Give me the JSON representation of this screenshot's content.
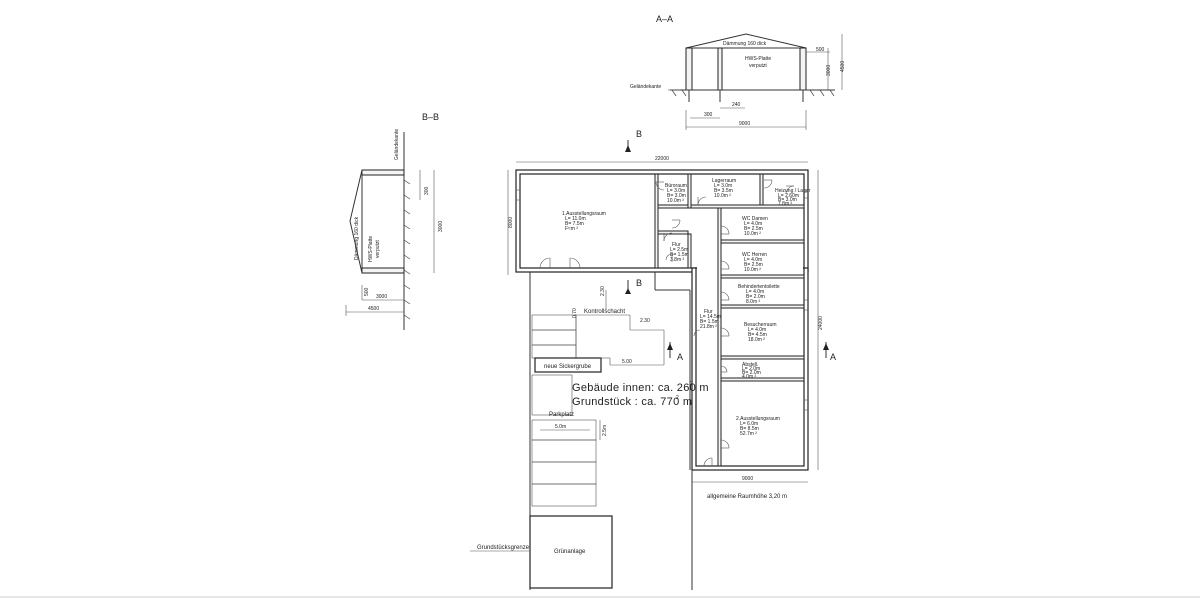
{
  "sections": {
    "aa_title": "A–A",
    "bb_title": "B–B",
    "cut_b_label": "B",
    "cut_a_label": "A"
  },
  "section_aa": {
    "roof_label": "Dämmung 160 dick",
    "wall_label_1": "HWS-Platte",
    "wall_label_2": "verputzt",
    "ground_label": "Geländekante",
    "dim_500": "500",
    "dim_3000": "3000",
    "dim_4500": "4500",
    "dim_240": "240",
    "dim_300": "300",
    "dim_9000": "9000"
  },
  "section_bb": {
    "ground_label": "Geländekante",
    "roof_label": "Dämmung 160 dick",
    "wall_label_1": "HWS-Platte",
    "wall_label_2": "verputzt",
    "dim_300": "300",
    "dim_3000": "3000",
    "dim_500": "500",
    "dim_4500": "4500"
  },
  "plan": {
    "dim_top": "22000",
    "dim_left": "8000",
    "dim_right": "24000",
    "dim_bottom": "9000",
    "kontrollschacht": "Kontrollschacht",
    "dim_230_v": "2.30",
    "dim_230_h": "2.30",
    "dim_070": "0.70",
    "dim_500_h": "5.00",
    "sickergrube": "neue Sickergrube",
    "parkplatz": "Parkplatz",
    "dim_park_w": "5.0m",
    "dim_park_h": "2.5m",
    "gruenanlage": "Grünanlage",
    "grundstuecksgrenze": "Grundstücksgrenze",
    "area_building": "Gebäude innen: ca. 260 m",
    "area_plot": "Grundstück : ca. 770 m",
    "sup2": "2",
    "raumhoehe": "allgemeine Raumhöhe 3,20 m"
  },
  "rooms": [
    {
      "name": "1.Ausstellungsraum",
      "l": "L= 11.0m",
      "b": "B= 7.5m",
      "f": "F≈m ²"
    },
    {
      "name": "Büroraum",
      "l": "L= 3.0m",
      "b": "B= 3.0m",
      "f": "10.0m ²"
    },
    {
      "name": "Lagerraum",
      "l": "L= 3.0m",
      "b": "B= 3.5m",
      "f": "10.0m ²"
    },
    {
      "name": "Heizung / Lager",
      "l": "L= 2.60m",
      "b": "B= 3.0m",
      "f": "7.8m ²"
    },
    {
      "name": "Flur",
      "l": "L= 2.5m",
      "b": "B= 1.5m",
      "f": "3.8m ²"
    },
    {
      "name": "WC Damen",
      "l": "L= 4.0m",
      "b": "B= 2.5m",
      "f": "10.0m ²"
    },
    {
      "name": "WC Herren",
      "l": "L= 4.0m",
      "b": "B= 2.5m",
      "f": "10.0m ²"
    },
    {
      "name": "Behindertentoilette",
      "l": "L= 4.0m",
      "b": "B= 2.0m",
      "f": "8.0m ²"
    },
    {
      "name": "Flur",
      "l": "L= 14.5m",
      "b": "B= 1.5m",
      "f": "21.8m ²"
    },
    {
      "name": "Besucherraum",
      "l": "L= 4.0m",
      "b": "B= 4.5m",
      "f": "18.0m ²"
    },
    {
      "name": "Abstell.",
      "l": "L= 2.0m",
      "b": "B= 2.0m",
      "f": "4.0m ²"
    },
    {
      "name": "2.Ausstellungsraum",
      "l": "L= 6.0m",
      "b": "B= 8.5m",
      "f": "52.7m ²"
    }
  ]
}
